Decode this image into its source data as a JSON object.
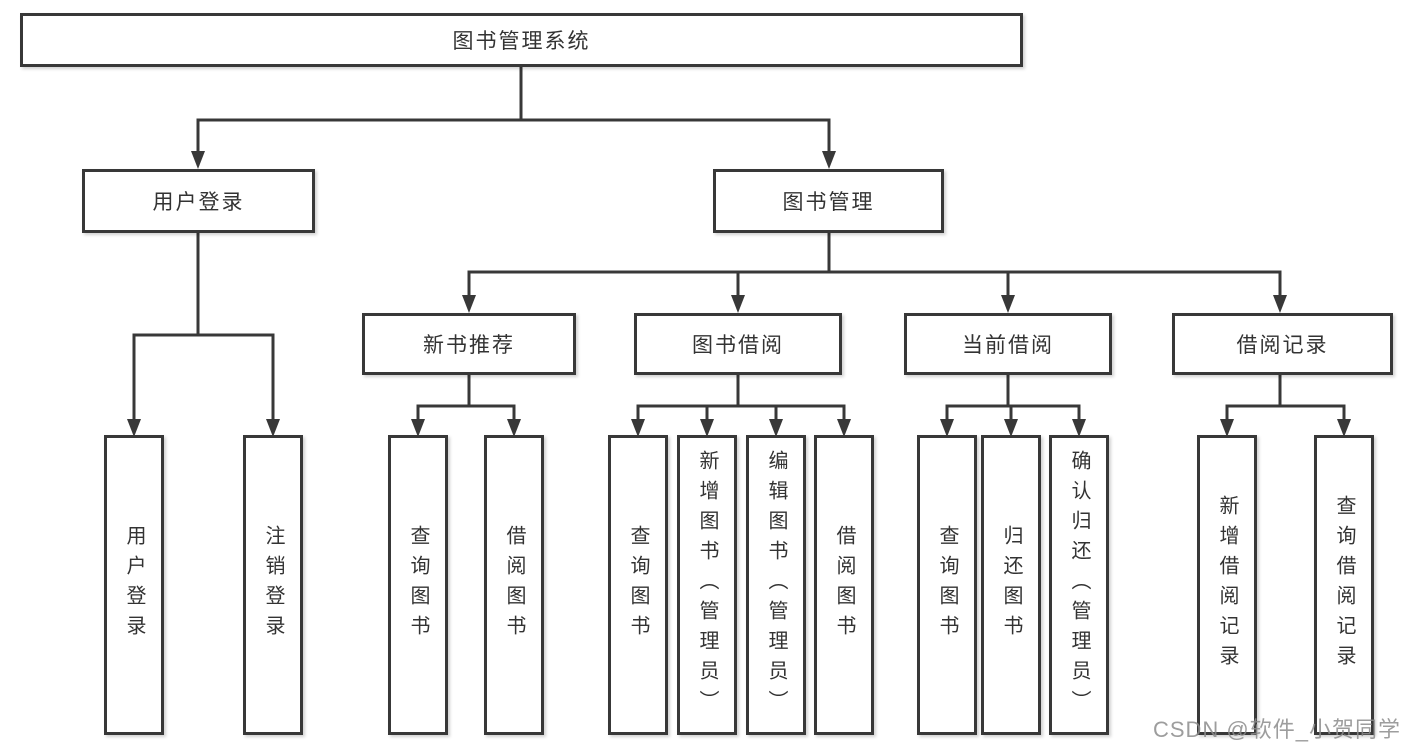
{
  "tree": {
    "root": {
      "label": "图书管理系统",
      "children": [
        {
          "label": "用户登录",
          "children": [
            {
              "label": "用户登录"
            },
            {
              "label": "注销登录"
            }
          ]
        },
        {
          "label": "图书管理",
          "children": [
            {
              "label": "新书推荐",
              "children": [
                {
                  "label": "查询图书"
                },
                {
                  "label": "借阅图书"
                }
              ]
            },
            {
              "label": "图书借阅",
              "children": [
                {
                  "label": "查询图书"
                },
                {
                  "label": "新增图书（管理员）"
                },
                {
                  "label": "编辑图书（管理员）"
                },
                {
                  "label": "借阅图书"
                }
              ]
            },
            {
              "label": "当前借阅",
              "children": [
                {
                  "label": "查询图书"
                },
                {
                  "label": "归还图书"
                },
                {
                  "label": "确认归还（管理员）"
                }
              ]
            },
            {
              "label": "借阅记录",
              "children": [
                {
                  "label": "新增借阅记录"
                },
                {
                  "label": "查询借阅记录"
                }
              ]
            }
          ]
        }
      ]
    }
  },
  "watermark": {
    "text": "CSDN @软件_小贺同学"
  },
  "colors": {
    "line": "#383838",
    "text": "#333333",
    "background": "#ffffff",
    "watermark": "#8c8c8c"
  }
}
